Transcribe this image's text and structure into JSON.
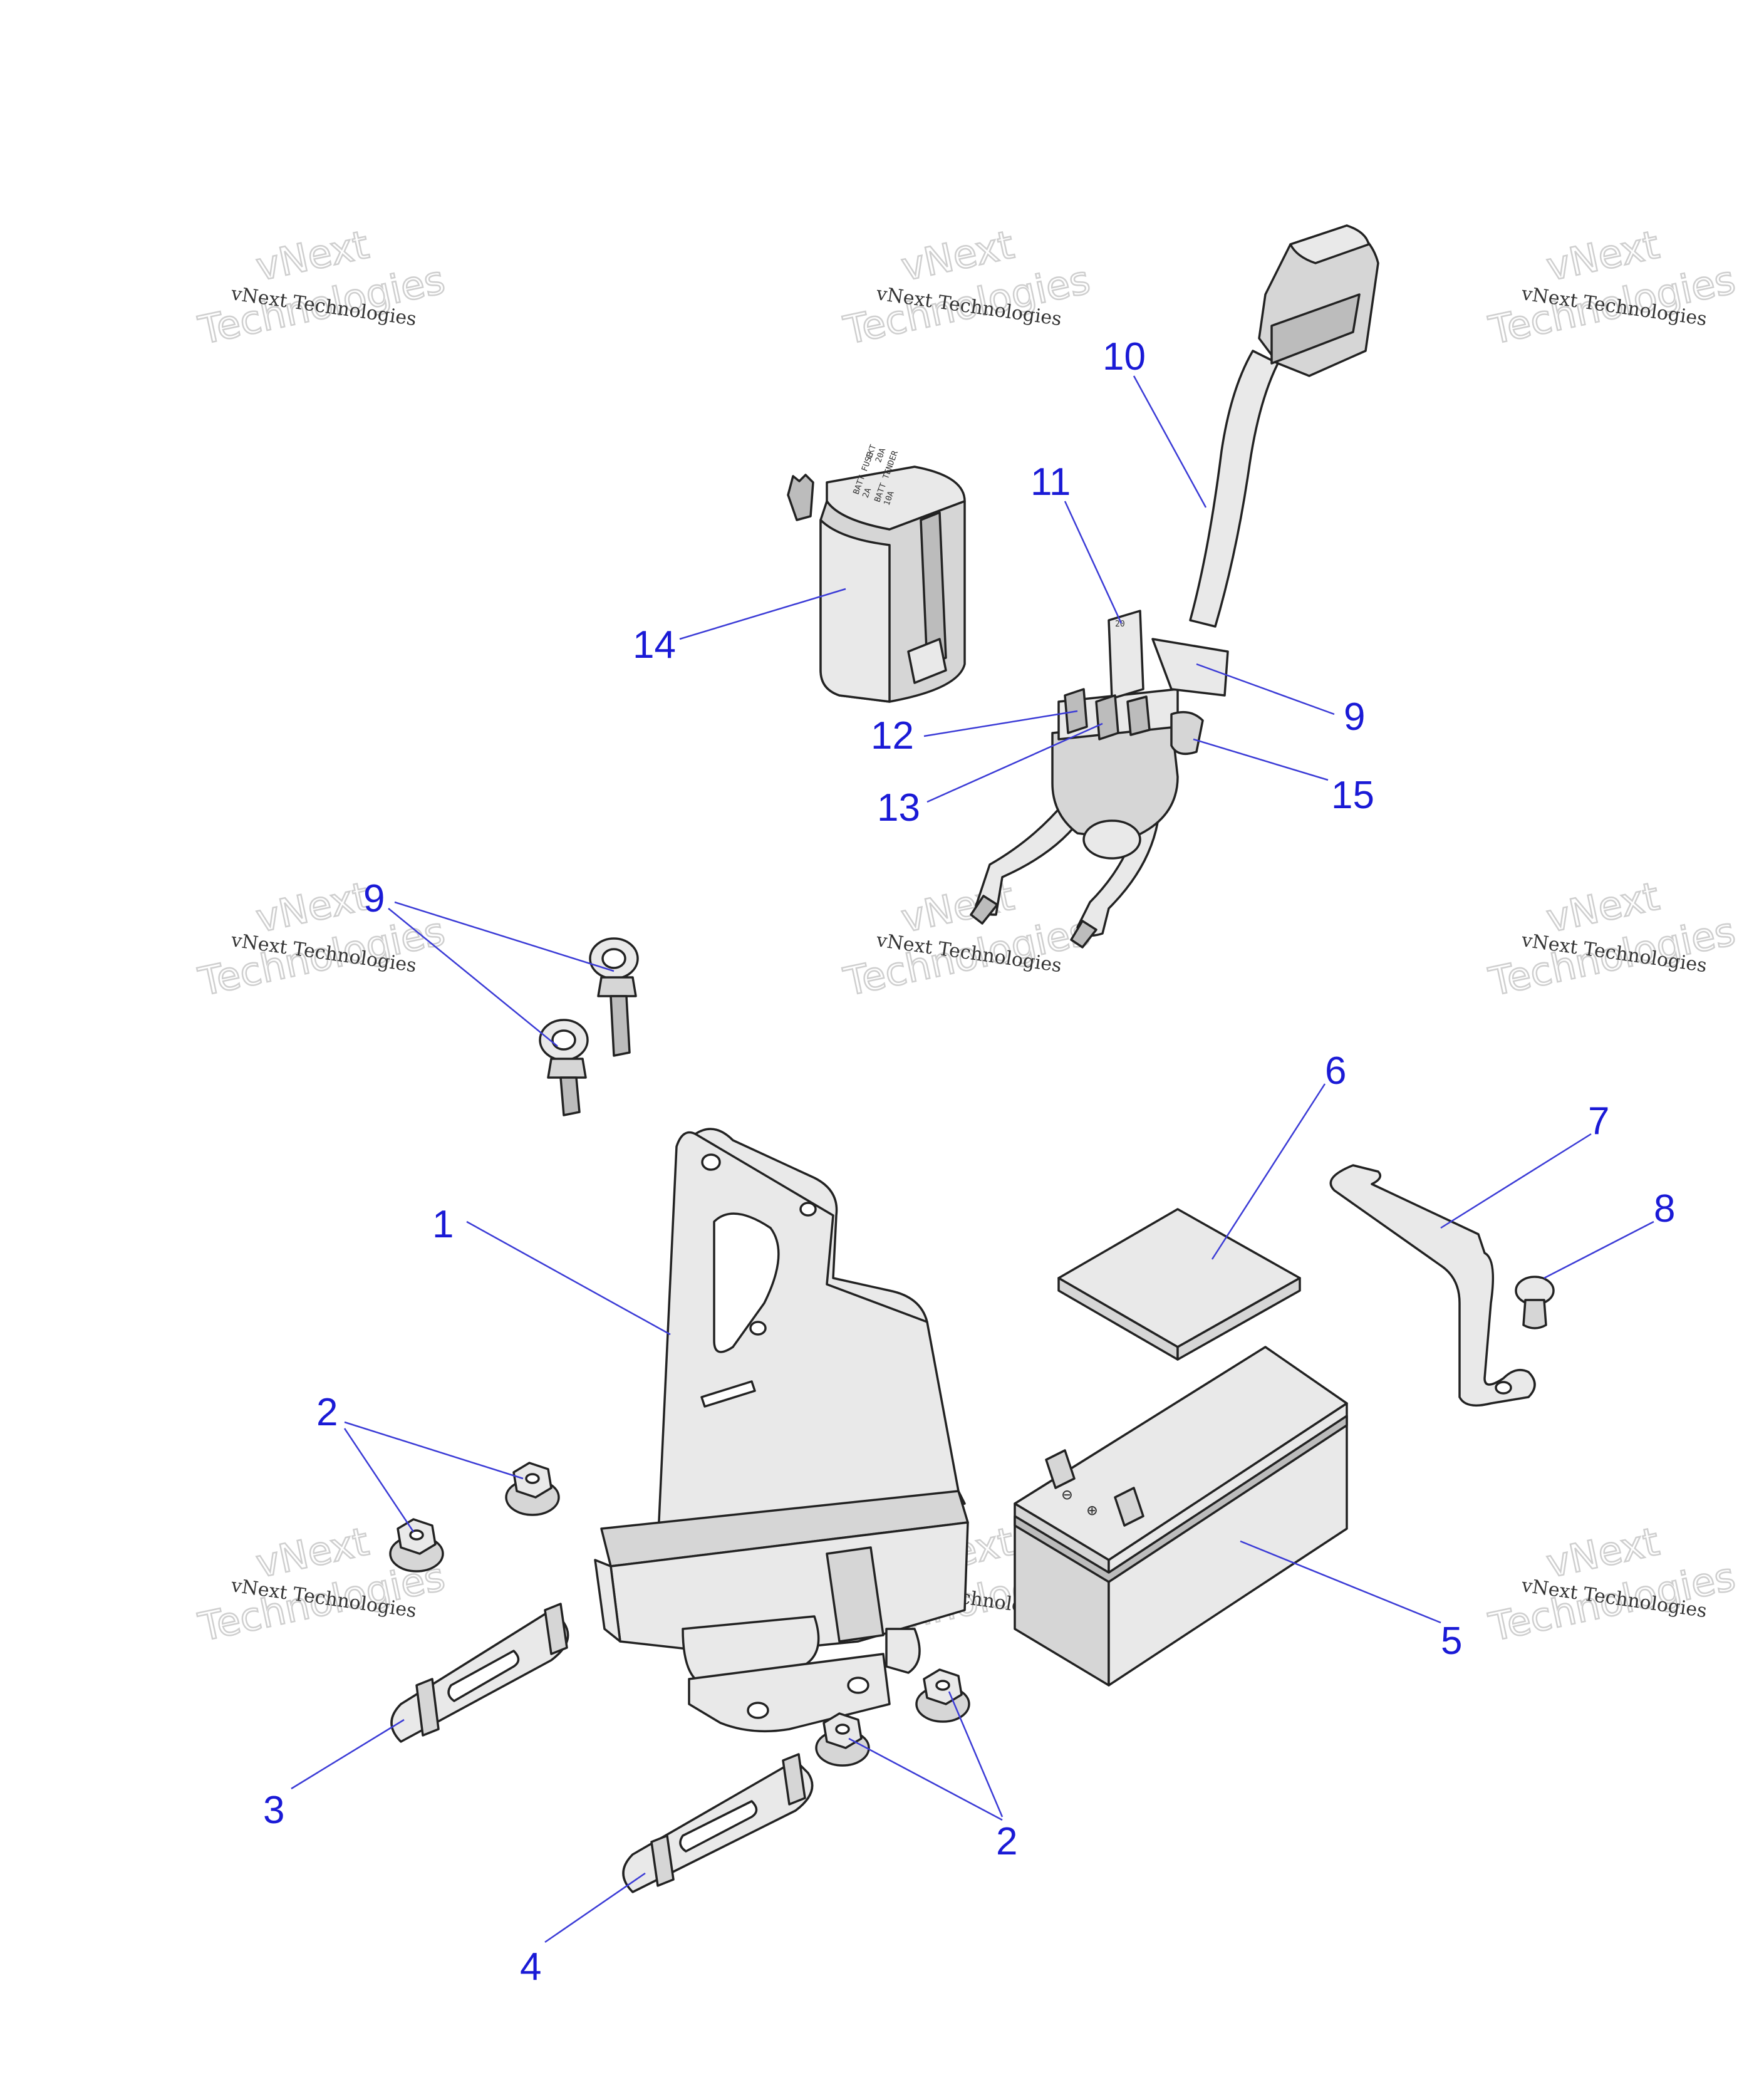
{
  "watermark": {
    "line1": "vNext Technologies",
    "line2_top": "vNext",
    "line2_bottom": "Technologies"
  },
  "callouts": [
    {
      "id": "c1",
      "text": "1"
    },
    {
      "id": "c2a",
      "text": "2"
    },
    {
      "id": "c2b",
      "text": "2"
    },
    {
      "id": "c3",
      "text": "3"
    },
    {
      "id": "c4",
      "text": "4"
    },
    {
      "id": "c5",
      "text": "5"
    },
    {
      "id": "c6",
      "text": "6"
    },
    {
      "id": "c7",
      "text": "7"
    },
    {
      "id": "c8",
      "text": "8"
    },
    {
      "id": "c9a",
      "text": "9"
    },
    {
      "id": "c9b",
      "text": "9"
    },
    {
      "id": "c10",
      "text": "10"
    },
    {
      "id": "c11",
      "text": "11"
    },
    {
      "id": "c12",
      "text": "12"
    },
    {
      "id": "c13",
      "text": "13"
    },
    {
      "id": "c14",
      "text": "14"
    },
    {
      "id": "c15",
      "text": "15"
    }
  ],
  "module_label": {
    "l1": "BATT FUSE",
    "l2": "2A",
    "l3": "CKT",
    "l4": "20A",
    "l5": "BATT TENDER",
    "l6": "10A"
  },
  "fuse_label": "20",
  "battery_terminals": {
    "neg": "⊖",
    "pos": "⊕"
  },
  "colors": {
    "callout": "#1a1ad6",
    "leader": "#3b3bd6",
    "outline": "#222222",
    "watermark": "#cfcfcf"
  }
}
